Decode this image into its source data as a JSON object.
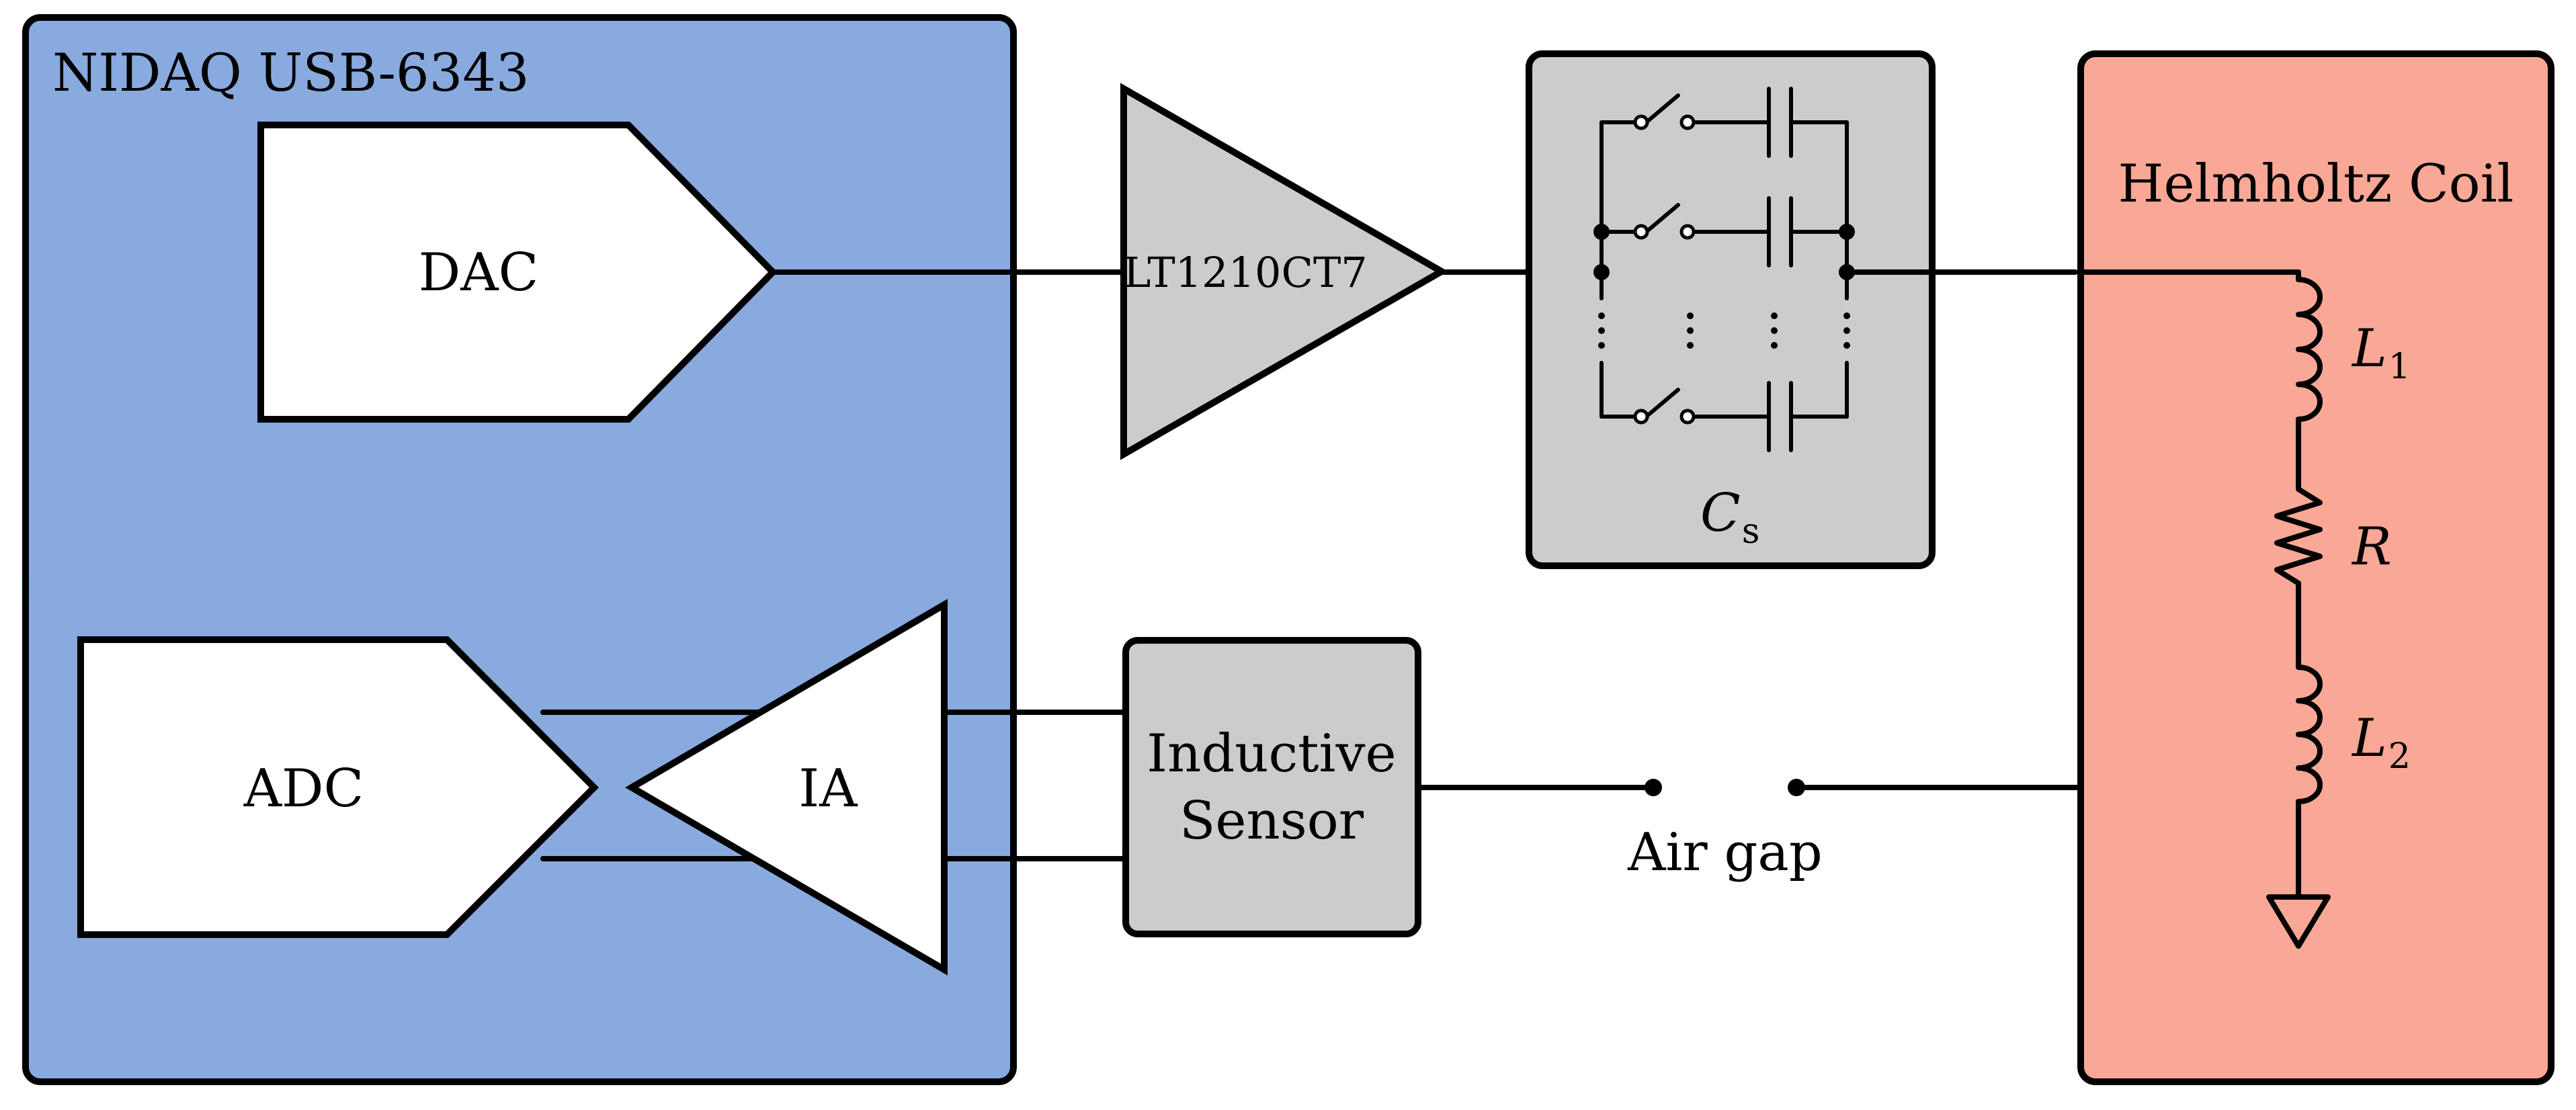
{
  "blocks": {
    "daq": {
      "title": "NIDAQ USB-6343",
      "fill": "#88aadf"
    },
    "dac": {
      "label": "DAC"
    },
    "adc": {
      "label": "ADC"
    },
    "ia": {
      "label": "IA"
    },
    "amplifier": {
      "label": "LT1210CT7",
      "fill": "#cccccc"
    },
    "capacitor_bank": {
      "label": "C",
      "label_sub": "s",
      "fill": "#cccccc"
    },
    "sensor": {
      "line1": "Inductive",
      "line2": "Sensor",
      "fill": "#cccccc"
    },
    "air_gap": {
      "label": "Air gap"
    },
    "coil": {
      "title": "Helmholtz Coil",
      "fill": "#f9a896",
      "l1": {
        "symbol": "L",
        "sub": "1"
      },
      "r": {
        "symbol": "R"
      },
      "l2": {
        "symbol": "L",
        "sub": "2"
      }
    }
  }
}
